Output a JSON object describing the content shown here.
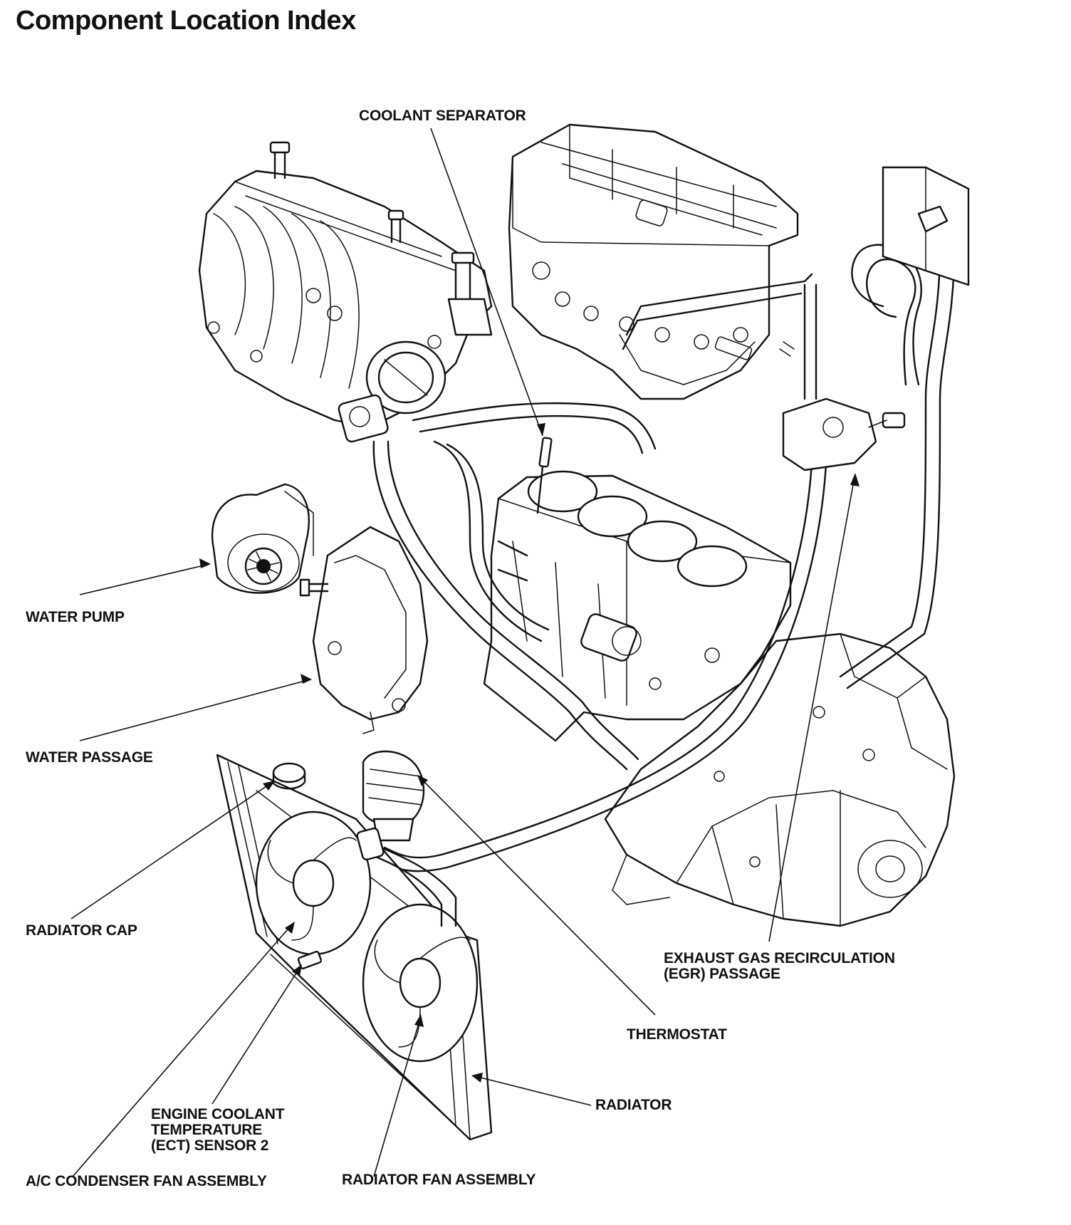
{
  "title": "Component Location Index",
  "labels": {
    "coolant_separator": "COOLANT SEPARATOR",
    "water_pump": "WATER PUMP",
    "water_passage": "WATER PASSAGE",
    "radiator_cap": "RADIATOR CAP",
    "egr_passage": "EXHAUST GAS RECIRCULATION\n(EGR) PASSAGE",
    "thermostat": "THERMOSTAT",
    "radiator": "RADIATOR",
    "ect_sensor_2": "ENGINE COOLANT\nTEMPERATURE\n(ECT) SENSOR 2",
    "ac_condenser_fan": "A/C CONDENSER FAN ASSEMBLY",
    "radiator_fan": "RADIATOR FAN ASSEMBLY"
  }
}
